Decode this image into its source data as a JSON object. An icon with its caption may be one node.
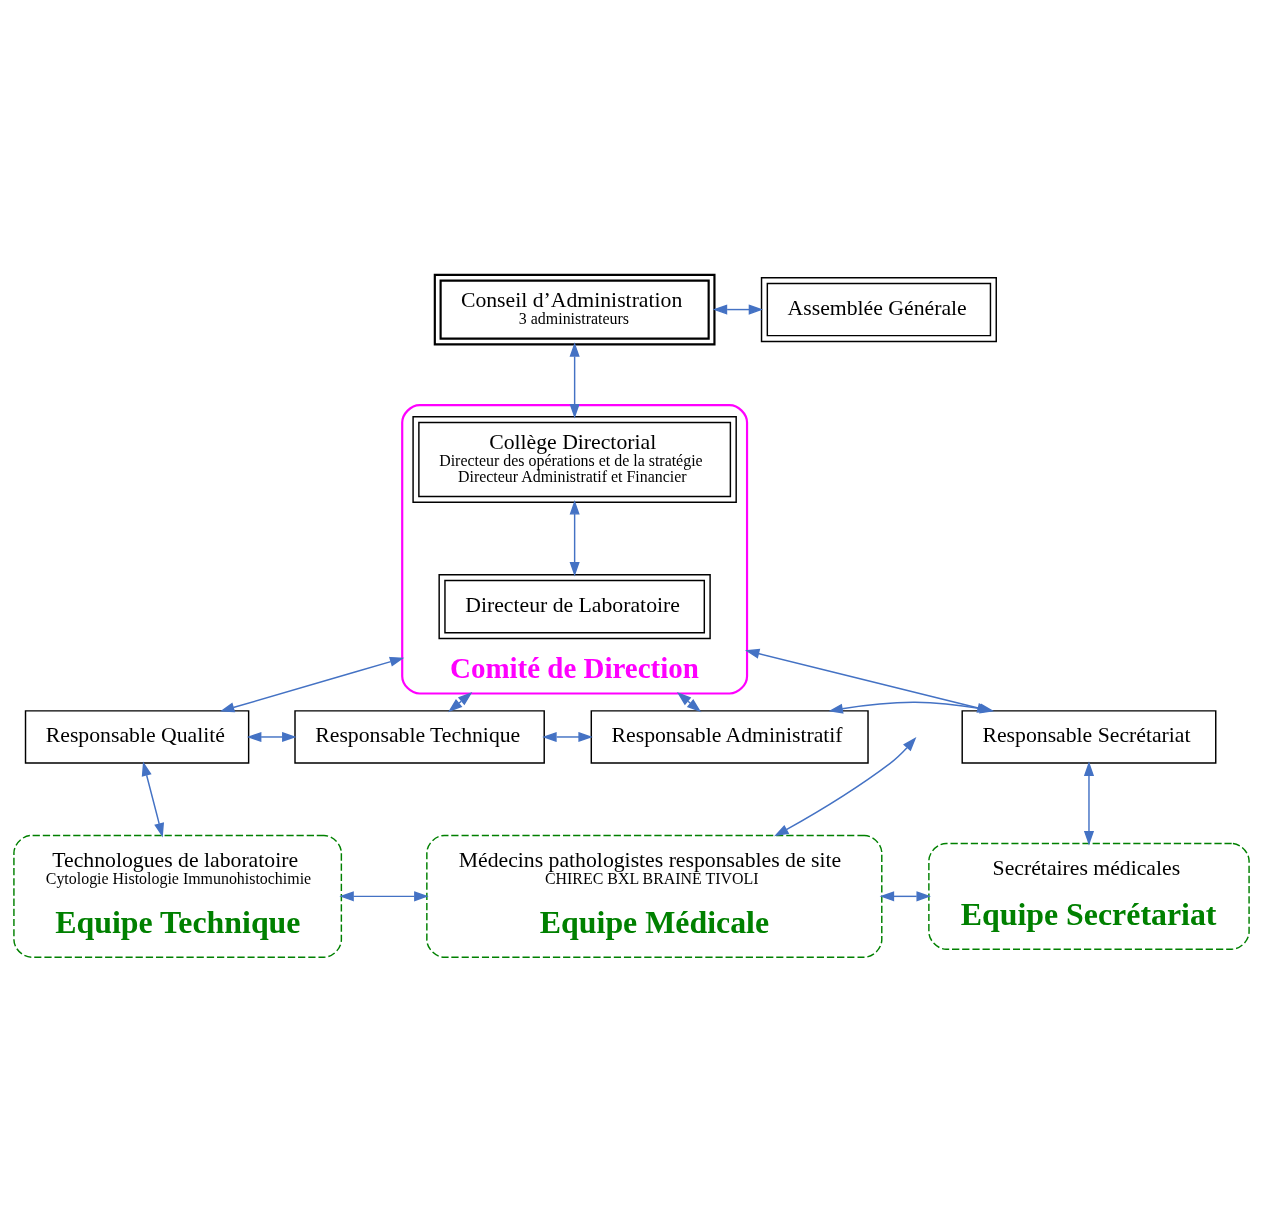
{
  "diagram": {
    "nodes": [
      {
        "text": [
          "Conseil d’Administration",
          "3 administrateurs"
        ]
      },
      {
        "text": [
          "Assemblée Générale"
        ]
      },
      {
        "text": [
          "Comité de Direction"
        ]
      },
      {
        "text": [
          "Collège Directorial",
          "Directeur des opérations et de la stratégie",
          "Directeur Administratif et Financier"
        ],
        "in": 2
      },
      {
        "text": [
          "Directeur de Laboratoire"
        ],
        "in": 2
      },
      {
        "text": [
          "Responsable Qualité"
        ]
      },
      {
        "text": [
          "Responsable Technique"
        ]
      },
      {
        "text": [
          "Responsable Administratif"
        ]
      },
      {
        "text": [
          "Responsable Secrétariat"
        ]
      },
      {
        "text": [
          "Technologues de laboratoire",
          "Cytologie Histologie Immunohistochimie",
          "Equipe Technique"
        ]
      },
      {
        "text": [
          "Médecins pathologistes responsables de site",
          "CHIREC BXL BRAINE TIVOLI",
          "Equipe Médicale"
        ]
      },
      {
        "text": [
          "Secrétaires médicales",
          "Equipe Secrétariat"
        ]
      }
    ],
    "edges": [
      {
        "from": 0,
        "to": 1,
        "arrow": "both"
      },
      {
        "from": 0,
        "to": 3,
        "arrow": "both"
      },
      {
        "from": 3,
        "to": 4,
        "arrow": "both"
      },
      {
        "from": 2,
        "to": 5,
        "arrow": "both"
      },
      {
        "from": 2,
        "to": 6,
        "arrow": "both"
      },
      {
        "from": 2,
        "to": 7,
        "arrow": "both"
      },
      {
        "from": 2,
        "to": 8,
        "arrow": "both"
      },
      {
        "from": 5,
        "to": 6,
        "arrow": "both"
      },
      {
        "from": 6,
        "to": 7,
        "arrow": "both"
      },
      {
        "from": 7,
        "to": 8,
        "arrow": "both"
      },
      {
        "from": 5,
        "to": 9,
        "arrow": "both"
      },
      {
        "from": null,
        "to": 10,
        "arrow": "both"
      },
      {
        "from": 8,
        "to": 11,
        "arrow": "both"
      },
      {
        "from": 9,
        "to": 10,
        "arrow": "both"
      },
      {
        "from": 10,
        "to": 11,
        "arrow": "both"
      }
    ]
  }
}
